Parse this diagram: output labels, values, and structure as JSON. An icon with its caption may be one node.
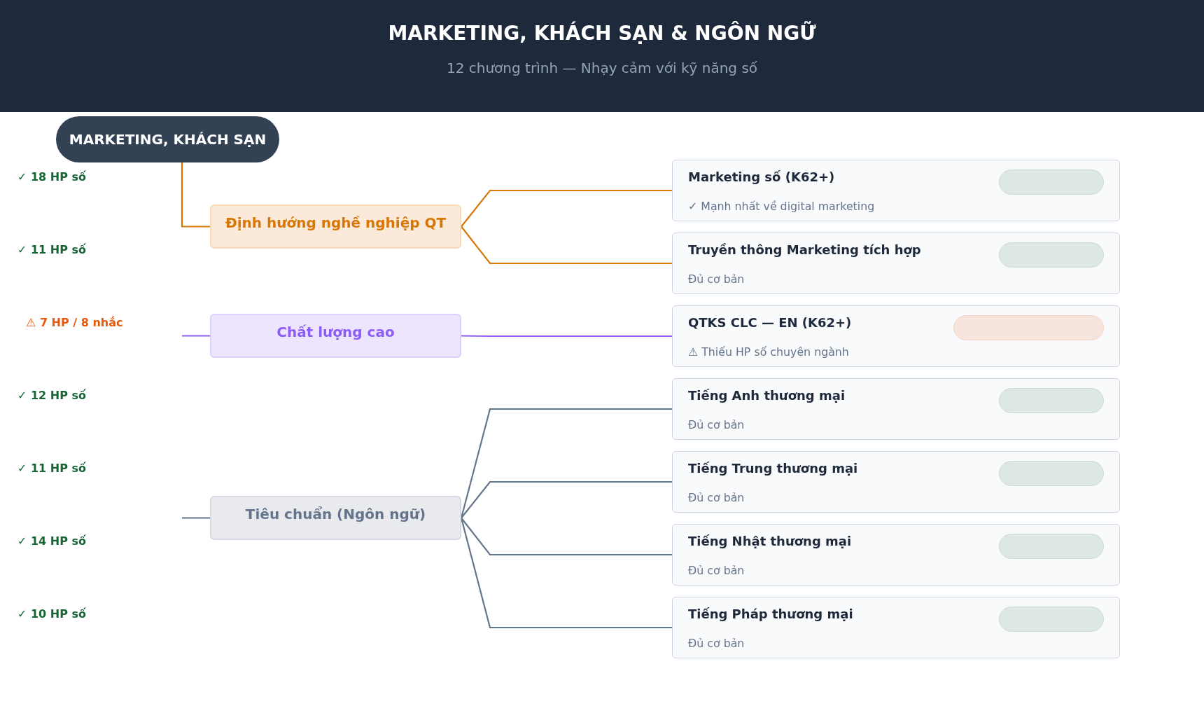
{
  "diagram": {
    "title": "MARKETING, KHÁCH SẠN & NGÔN NGỮ",
    "caption": "12 chương trình — Nhạy cảm với kỹ năng số",
    "nodes": [
      {
        "text": [
          "MARKETING, KHÁCH SẠN"
        ]
      },
      {
        "text": [
          "Định hướng nghề nghiệp QT"
        ]
      },
      {
        "text": [
          "Chất lượng cao"
        ]
      },
      {
        "text": [
          "Tiêu chuẩn (Ngôn ngữ)"
        ]
      },
      {
        "text": [
          "Marketing số (K62+)",
          "✓ Mạnh nhất về digital marketing"
        ]
      },
      {
        "text": [],
        "shape": "pill",
        "in": 4
      },
      {
        "text": [
          "Truyền thông Marketing tích hợp",
          "Đủ cơ bản"
        ]
      },
      {
        "text": [],
        "shape": "pill",
        "in": 6
      },
      {
        "text": [
          "QTKS CLC — EN (K62+)",
          "⚠ Thiếu HP số chuyên ngành"
        ]
      },
      {
        "text": [],
        "shape": "pill",
        "in": 8
      },
      {
        "text": [
          "Tiếng Anh thương mại",
          "Đủ cơ bản"
        ]
      },
      {
        "text": [],
        "shape": "pill",
        "in": 10
      },
      {
        "text": [
          "Tiếng Trung thương mại",
          "Đủ cơ bản"
        ]
      },
      {
        "text": [],
        "shape": "pill",
        "in": 12
      },
      {
        "text": [
          "Tiếng Nhật thương mại",
          "Đủ cơ bản"
        ]
      },
      {
        "text": [],
        "shape": "pill",
        "in": 14
      },
      {
        "text": [
          "Tiếng Pháp thương mại",
          "Đủ cơ bản"
        ]
      },
      {
        "text": [],
        "shape": "pill",
        "in": 16
      }
    ],
    "edges": [
      {
        "from": 0,
        "to": 1,
        "arrow": "none",
        "color": "#d97706"
      },
      {
        "from": null,
        "to": 2,
        "arrow": "none",
        "color": "#8b5cf6"
      },
      {
        "from": null,
        "to": 3,
        "arrow": "none"
      },
      {
        "from": 1,
        "to": 4,
        "arrow": "none",
        "color": "#d97706"
      },
      {
        "from": 1,
        "to": 6,
        "arrow": "none",
        "color": "#d97706"
      },
      {
        "from": 2,
        "to": 8,
        "arrow": "none",
        "color": "#8b5cf6"
      },
      {
        "from": 3,
        "to": 10,
        "arrow": "none"
      },
      {
        "from": 3,
        "to": 12,
        "arrow": "none"
      },
      {
        "from": 3,
        "to": 14,
        "arrow": "none"
      },
      {
        "from": 3,
        "to": 16,
        "arrow": "none"
      }
    ],
    "labels": [
      "✓ 18 HP số",
      "✓ 11 HP số",
      "⚠ 7 HP / 8 nhắc",
      "✓ 12 HP số",
      "✓ 11 HP số",
      "✓ 14 HP số",
      "✓ 10 HP số"
    ]
  }
}
